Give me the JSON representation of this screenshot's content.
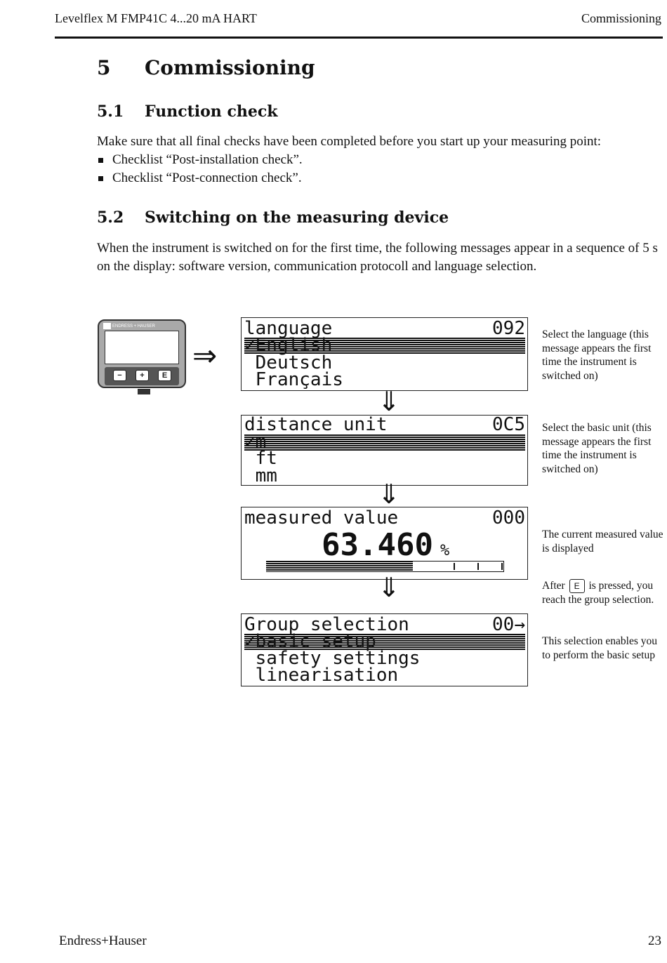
{
  "header": {
    "left": "Levelflex M FMP41C 4...20 mA HART",
    "right": "Commissioning"
  },
  "section": {
    "number": "5",
    "title": "Commissioning"
  },
  "function_check": {
    "number": "5.1",
    "title": "Function check",
    "intro": "Make sure that all final checks have been completed before you start up your measuring point:",
    "bullets": [
      "Checklist “Post-installation check”.",
      "Checklist “Post-connection check”."
    ]
  },
  "switching_on": {
    "number": "5.2",
    "title": "Switching on the measuring device",
    "text": "When the instrument is switched on for the first time, the following messages appear in a sequence of 5 s on the display: software version, communication protocoll and language selection."
  },
  "device": {
    "brand": "ENDRESS + HAUSER",
    "keys": [
      "−",
      "+",
      "E"
    ]
  },
  "arrows": {
    "right": "⇒",
    "down": "⇓"
  },
  "screens": {
    "language": {
      "title": "language",
      "code": "092",
      "selected": "✓English",
      "items": [
        " Deutsch",
        " Français"
      ]
    },
    "distance": {
      "title": "distance unit",
      "code": "0C5",
      "selected": "✓m",
      "items": [
        " ft",
        " mm"
      ]
    },
    "measured": {
      "title": "measured value",
      "code": "000",
      "value": "63.460",
      "unit": "%",
      "bar_level": 0.62
    },
    "group": {
      "title": "Group selection",
      "code": "00→",
      "selected": "✓basic setup",
      "items": [
        " safety settings",
        " linearisation"
      ]
    }
  },
  "notes": {
    "language": "Select the language (this message appears the first time the instrument is switched on)",
    "unit": "Select the basic unit (this message appears the first time the instrument is switched on)",
    "measured": "The current measured value is displayed",
    "after_pre": "After",
    "after_key": "E",
    "after_post": "is pressed, you reach the group selection.",
    "basic": "This selection enables you to perform the basic setup"
  },
  "footer": {
    "left": "Endress+Hauser",
    "right": "23"
  }
}
